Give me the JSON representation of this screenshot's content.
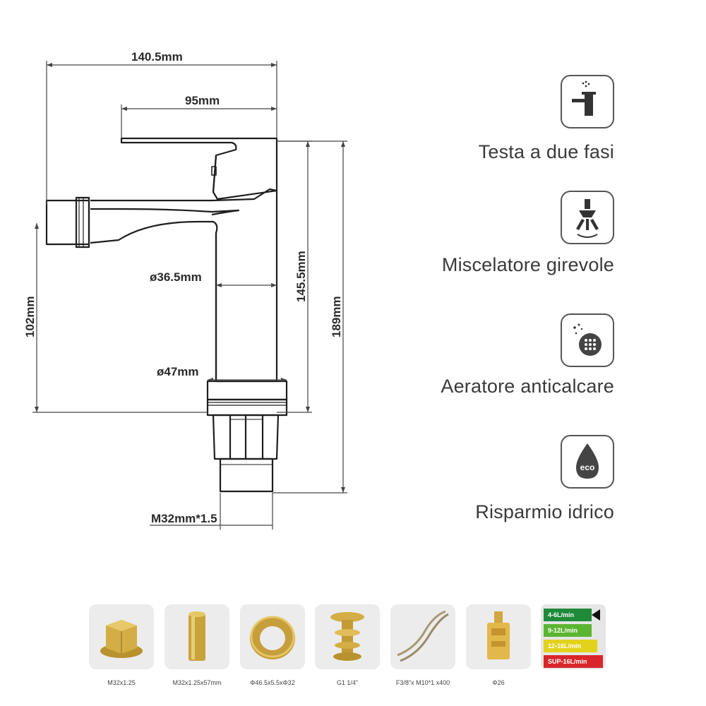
{
  "dimensions": {
    "overall_width": "140.5mm",
    "handle_width": "95mm",
    "body_diameter": "ø36.5mm",
    "base_diameter": "ø47mm",
    "spout_height": "102mm",
    "body_height": "145.5mm",
    "total_height": "189mm",
    "thread": "M32mm*1.5"
  },
  "features": [
    {
      "icon": "faucet-spray-icon",
      "label": "Testa a due fasi"
    },
    {
      "icon": "swivel-spray-icon",
      "label": "Miscelatore girevole"
    },
    {
      "icon": "aerator-icon",
      "label": "Aeratore anticalcare"
    },
    {
      "icon": "eco-drop-icon",
      "label": "Risparmio idrico"
    }
  ],
  "accessories": [
    {
      "icon": "hex-nut-icon",
      "label": "M32x1.25"
    },
    {
      "icon": "threaded-tube-icon",
      "label": "M32x1.25x57mm"
    },
    {
      "icon": "ring-washer-icon",
      "label": "Φ46.5x5.5xΦ32"
    },
    {
      "icon": "pop-up-drain-icon",
      "label": "G1 1/4\""
    },
    {
      "icon": "flexible-hoses-icon",
      "label": "F3/8\"x M10*1 x400"
    },
    {
      "icon": "cartridge-icon",
      "label": "Φ26"
    }
  ],
  "flow_rates": {
    "rows": [
      {
        "label": "4-6L/min",
        "color": "#1f8a3a"
      },
      {
        "label": "9-12L/min",
        "color": "#5cb531"
      },
      {
        "label": "12-16L/min",
        "color": "#e3d21b"
      },
      {
        "label": "SUP-16L/min",
        "color": "#d8262b"
      }
    ]
  }
}
